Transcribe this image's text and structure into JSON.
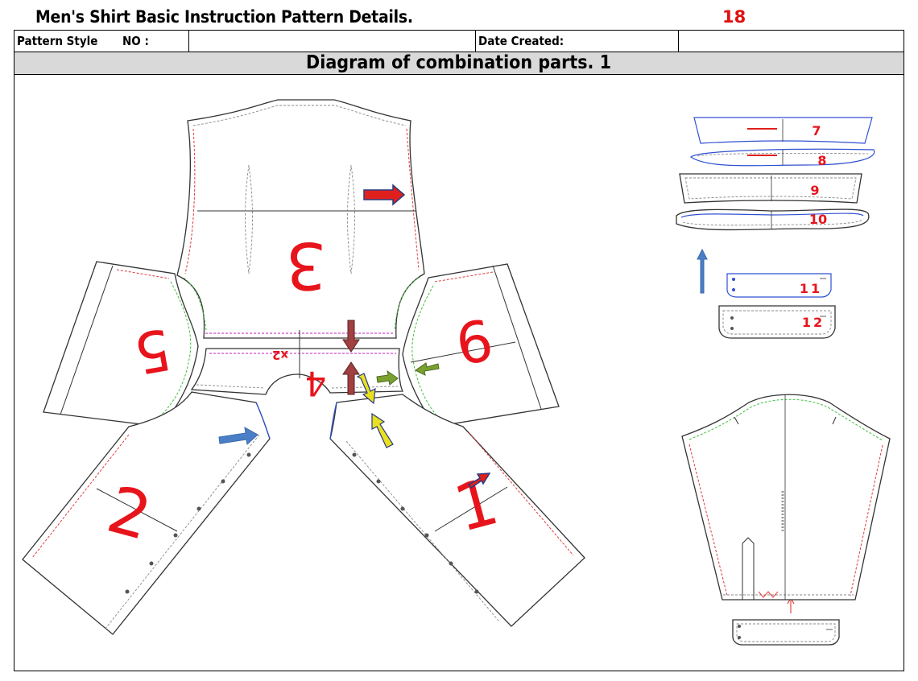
{
  "header": {
    "title": "Men's Shirt Basic Instruction Pattern Details.",
    "page_number": "18",
    "pattern_style_label": "Pattern Style",
    "no_label": "NO :",
    "date_created_label": "Date Created:",
    "section_title": "Diagram of combination parts. 1"
  },
  "pieces": {
    "p1": "1",
    "p2": "2",
    "p3": "3",
    "p4": "4",
    "p4_qty": "x2",
    "p5": "5",
    "p6": "6",
    "p7": "7",
    "p8": "8",
    "p9": "9",
    "p10": "10",
    "p11": "11",
    "p12": "12"
  },
  "colors": {
    "piece_number": "#e8141c",
    "arrow_red": "#e0201c",
    "arrow_blue": "#4a7fc8",
    "arrow_maroon": "#8a3a3a",
    "arrow_green": "#6a9a2a",
    "arrow_yellow": "#e8e020",
    "section_bar": "#d9d9d9"
  }
}
